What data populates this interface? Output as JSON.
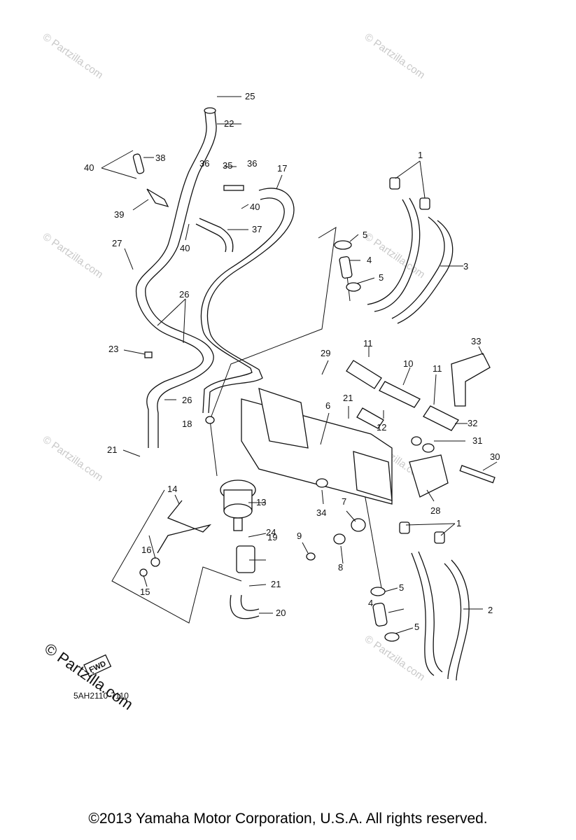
{
  "diagram": {
    "drawing_code": "5AH2110-7110",
    "fwd_label": "FWD",
    "watermark": "© Partzilla.com",
    "part_numbers": [
      "1",
      "1",
      "2",
      "3",
      "4",
      "4",
      "5",
      "5",
      "5",
      "5",
      "6",
      "7",
      "8",
      "9",
      "10",
      "11",
      "11",
      "12",
      "13",
      "14",
      "15",
      "16",
      "17",
      "18",
      "19",
      "20",
      "21",
      "21",
      "21",
      "22",
      "23",
      "24",
      "25",
      "26",
      "26",
      "27",
      "28",
      "29",
      "30",
      "31",
      "32",
      "33",
      "34",
      "35",
      "36",
      "36",
      "37",
      "38",
      "39",
      "40",
      "40",
      "40"
    ]
  },
  "footer": {
    "copyright": "©2013  Yamaha Motor Corporation, U.S.A. All rights reserved."
  }
}
